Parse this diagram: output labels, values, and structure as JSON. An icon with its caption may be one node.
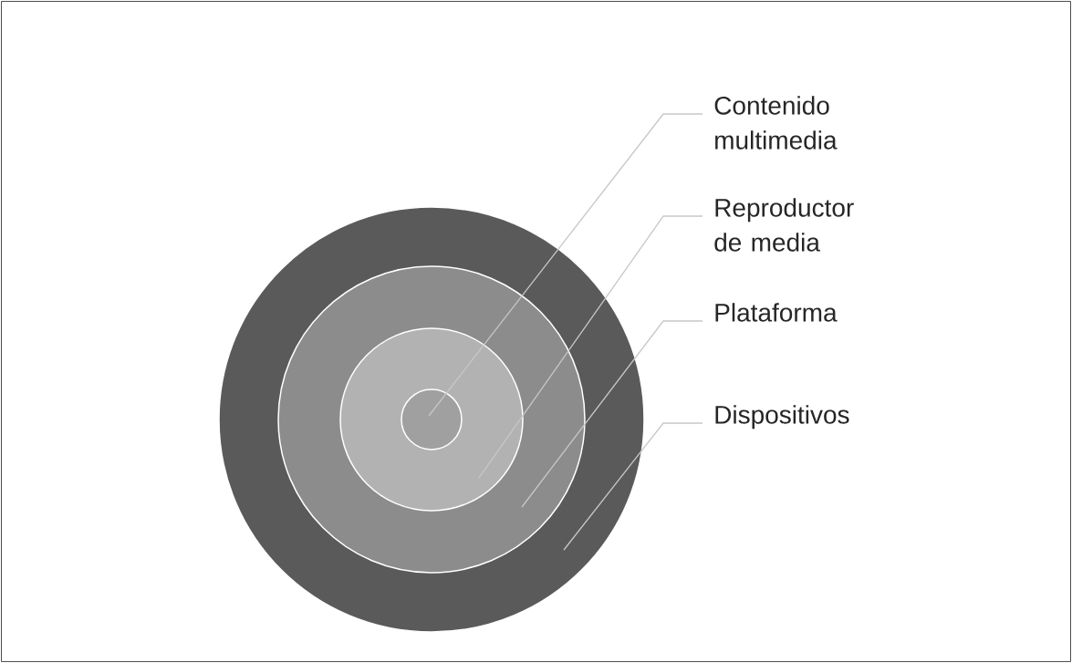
{
  "diagram": {
    "nodes": [
      {
        "text": [
          "Contenido multimedia"
        ]
      },
      {
        "text": [
          "Reproductor de media"
        ]
      },
      {
        "text": [
          "Plataforma"
        ]
      },
      {
        "text": [
          "Dispositivos"
        ]
      },
      {
        "text": [],
        "shape": "circle"
      },
      {
        "text": [],
        "shape": "circle",
        "in": 4
      },
      {
        "text": [],
        "shape": "circle",
        "in": 5
      },
      {
        "text": [],
        "shape": "circle",
        "in": 6
      }
    ],
    "edges": [
      {
        "from": 0,
        "to": 7,
        "arrow": "none"
      },
      {
        "from": 1,
        "to": 6,
        "arrow": "none"
      },
      {
        "from": 2,
        "to": 5,
        "arrow": "none"
      },
      {
        "from": 3,
        "to": 4,
        "arrow": "none"
      }
    ]
  }
}
